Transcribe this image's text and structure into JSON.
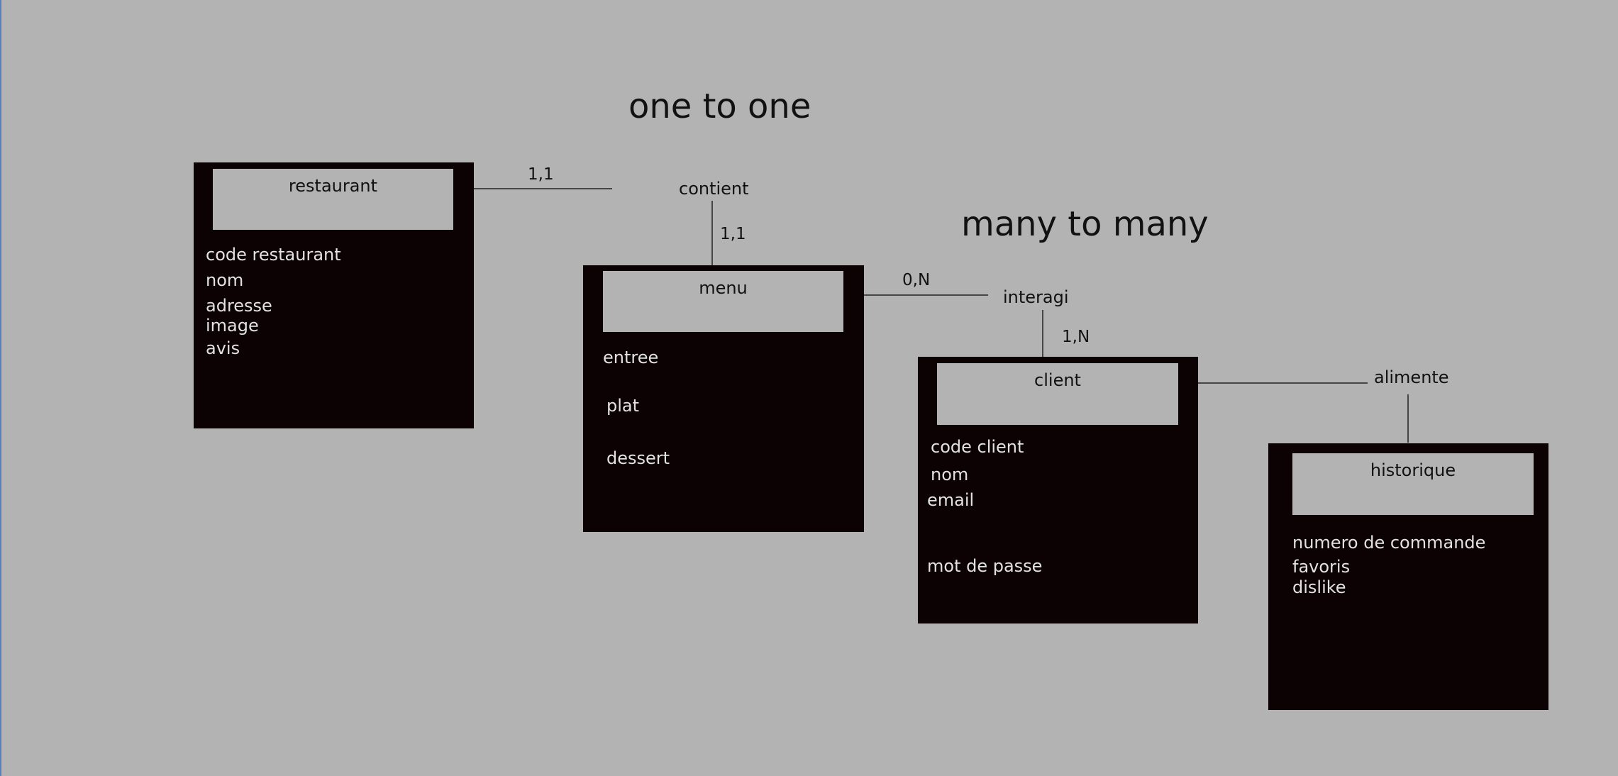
{
  "titles": {
    "one_to_one": "one to one",
    "many_to_many": "many to many"
  },
  "entities": {
    "restaurant": {
      "name": "restaurant",
      "attributes": [
        "code restaurant",
        "nom",
        "adresse",
        "image",
        "avis"
      ]
    },
    "menu": {
      "name": "menu",
      "attributes": [
        "entree",
        "plat",
        "dessert"
      ]
    },
    "client": {
      "name": "client",
      "attributes": [
        "code client",
        "nom",
        "email",
        "mot de passe"
      ]
    },
    "historique": {
      "name": "historique",
      "attributes": [
        "numero de commande",
        "favoris",
        "dislike"
      ]
    }
  },
  "relationships": {
    "contient": {
      "label": "contient",
      "cardinality_restaurant": "1,1",
      "cardinality_menu": "1,1"
    },
    "interagi": {
      "label": "interagi",
      "cardinality_menu": "0,N",
      "cardinality_client": "1,N"
    },
    "alimente": {
      "label": "alimente"
    }
  },
  "colors": {
    "background": "#b3b3b3",
    "entity_fill": "#0c0203",
    "header_fill": "#b3b3b3",
    "attribute_text": "#e2e2e2",
    "label_text": "#111111"
  }
}
